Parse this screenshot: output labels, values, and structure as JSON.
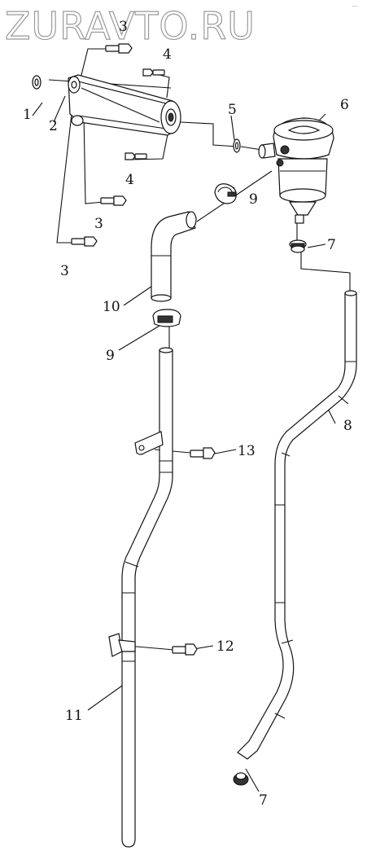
{
  "watermark": {
    "text": "ZURAVTO.RU",
    "corner_mark": "—"
  },
  "callouts": [
    {
      "id": "c1",
      "label": "1"
    },
    {
      "id": "c2",
      "label": "2"
    },
    {
      "id": "c3a",
      "label": "3"
    },
    {
      "id": "c4a",
      "label": "4"
    },
    {
      "id": "c5",
      "label": "5"
    },
    {
      "id": "c6",
      "label": "6"
    },
    {
      "id": "c4b",
      "label": "4"
    },
    {
      "id": "c3b",
      "label": "3"
    },
    {
      "id": "c9a",
      "label": "9"
    },
    {
      "id": "c3c",
      "label": "3"
    },
    {
      "id": "c7a",
      "label": "7"
    },
    {
      "id": "c10",
      "label": "10"
    },
    {
      "id": "c9b",
      "label": "9"
    },
    {
      "id": "c8",
      "label": "8"
    },
    {
      "id": "c13",
      "label": "13"
    },
    {
      "id": "c12",
      "label": "12"
    },
    {
      "id": "c11",
      "label": "11"
    },
    {
      "id": "c7b",
      "label": "7"
    }
  ]
}
